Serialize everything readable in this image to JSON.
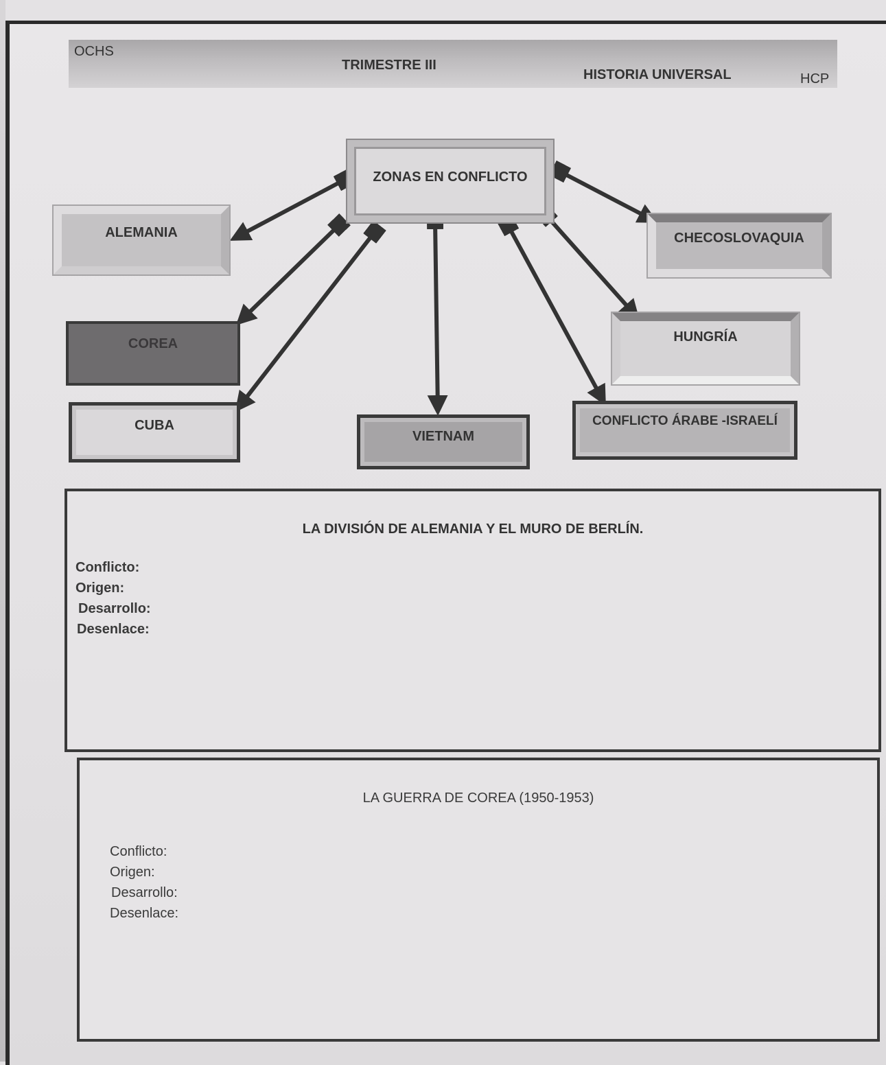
{
  "header": {
    "school": "OCHS",
    "term": "TRIMESTRE III",
    "subject": "HISTORIA UNIVERSAL",
    "code": "HCP"
  },
  "diagram": {
    "center": "ZONAS EN CONFLICTO",
    "nodes": {
      "alemania": "ALEMANIA",
      "checoslovaquia": "CHECOSLOVAQUIA",
      "corea": "COREA",
      "hungria": "HUNGRÍA",
      "cuba": "CUBA",
      "vietnam": "VIETNAM",
      "arabe_israeli": "CONFLICTO ÁRABE -ISRAELÍ"
    }
  },
  "sections": [
    {
      "title": "LA DIVISIÓN DE ALEMANIA Y EL MURO DE BERLÍN.",
      "fields": [
        "Conflicto:",
        "Origen:",
        "Desarrollo:",
        "Desenlace:"
      ]
    },
    {
      "title": "LA GUERRA DE COREA (1950-1953)",
      "fields": [
        "Conflicto:",
        "Origen:",
        "Desarrollo:",
        "Desenlace:"
      ]
    }
  ],
  "colors": {
    "paper": "#e6e4e6",
    "ink": "#333333",
    "arrow": "#333333",
    "corea_fill": "#6e6c6e"
  }
}
